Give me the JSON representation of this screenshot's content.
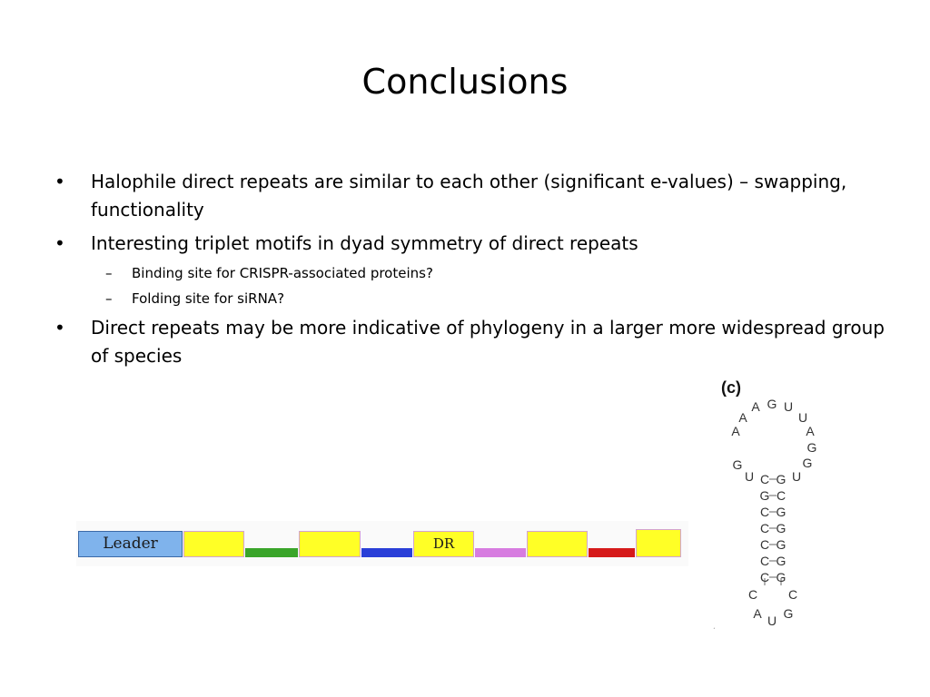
{
  "slide": {
    "title": "Conclusions",
    "bullets": [
      {
        "text": "Halophile direct repeats are similar to each other (significant e-values) – swapping, functionality"
      },
      {
        "text": "Interesting triplet motifs in dyad symmetry of direct repeats"
      },
      {
        "text": "Binding site for CRISPR-associated proteins?"
      },
      {
        "text": "Folding site for siRNA?"
      },
      {
        "text": "Direct repeats may be more indicative of phylogeny in a larger more widespread group of species"
      }
    ],
    "bullet_glyph": "•",
    "sub_bullet_glyph": "–"
  },
  "dr_diagram": {
    "leader_label": "Leader",
    "dr_label": "DR",
    "repeat_color": "#ffff26",
    "leader_color": "#7fb3ec",
    "spacer_colors": [
      "#3aa52a",
      "#2a3fd8",
      "#d77ce0",
      "#d61a1a"
    ]
  },
  "hairpin": {
    "panel_label": "(c)",
    "loop": [
      "A",
      "A",
      "A",
      "G",
      "U",
      "U",
      "A",
      "G",
      "G"
    ],
    "left_stem": [
      "G",
      "U",
      "C",
      "G",
      "C",
      "C",
      "C",
      "C",
      "C"
    ],
    "right_stem": [
      "U",
      "G",
      "G",
      "C",
      "G",
      "G",
      "G",
      "G",
      "G"
    ],
    "bottom_loop": [
      "C",
      "A",
      "U",
      "G",
      "C"
    ]
  }
}
